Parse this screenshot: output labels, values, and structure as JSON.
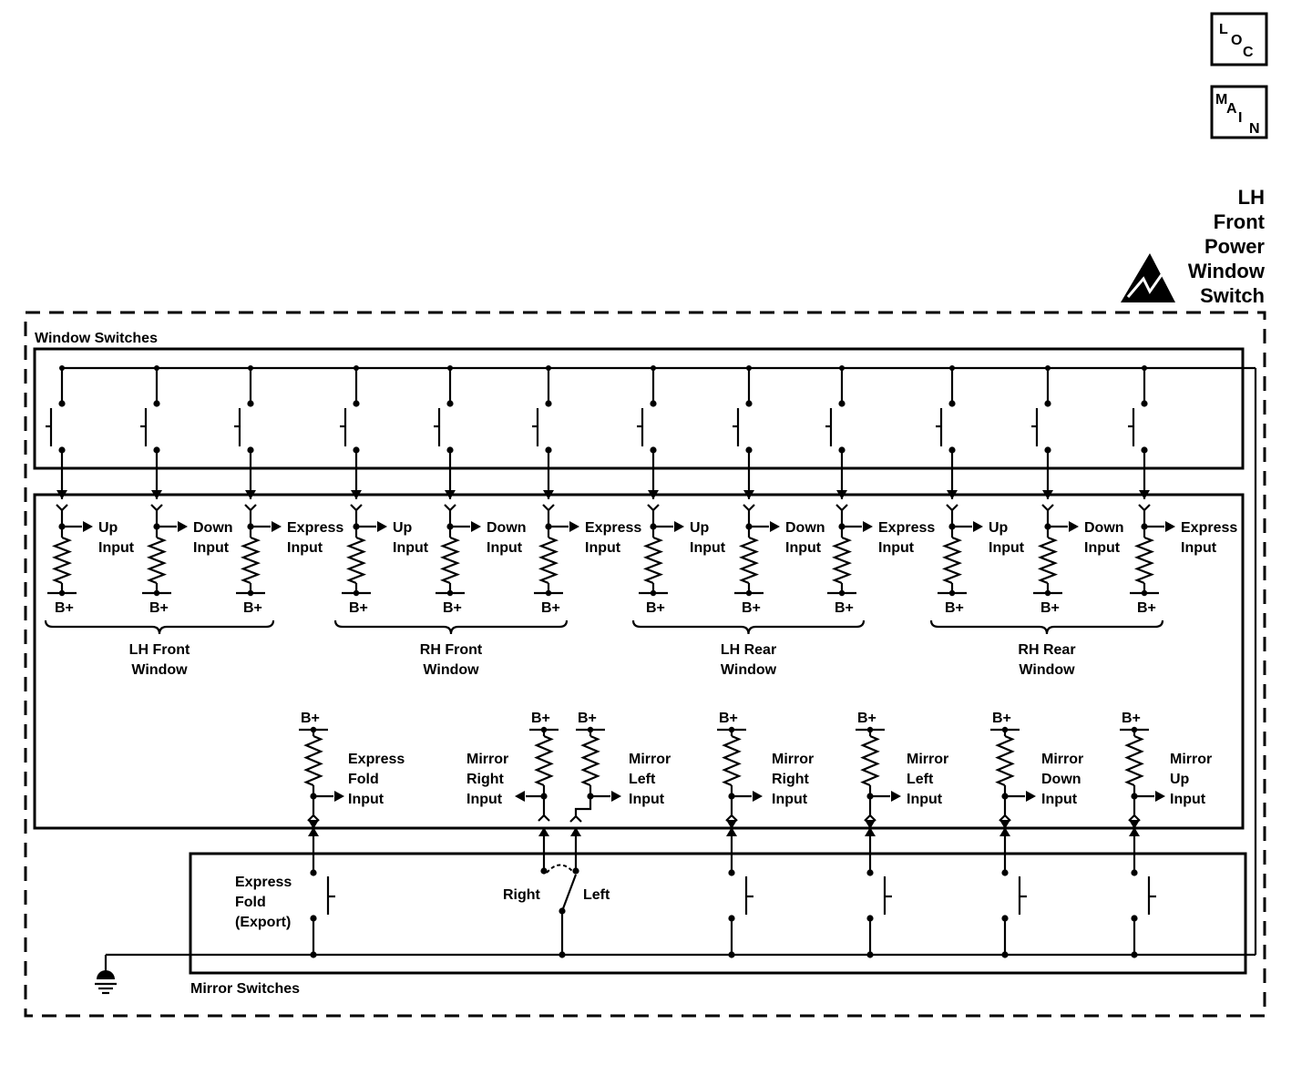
{
  "badges": {
    "loc": [
      "L",
      "O",
      "C"
    ],
    "main": [
      "M",
      "A",
      "I",
      "N"
    ]
  },
  "component_title": [
    "LH",
    "Front",
    "Power",
    "Window",
    "Switch"
  ],
  "window_switches_label": "Window Switches",
  "mirror_switches_label": "Mirror Switches",
  "bplus": "B+",
  "window_inputs": [
    [
      "Up",
      "Input"
    ],
    [
      "Down",
      "Input"
    ],
    [
      "Express",
      "Input"
    ],
    [
      "Up",
      "Input"
    ],
    [
      "Down",
      "Input"
    ],
    [
      "Express",
      "Input"
    ],
    [
      "Up",
      "Input"
    ],
    [
      "Down",
      "Input"
    ],
    [
      "Express",
      "Input"
    ],
    [
      "Up",
      "Input"
    ],
    [
      "Down",
      "Input"
    ],
    [
      "Express",
      "Input"
    ]
  ],
  "window_groups": [
    [
      "LH Front",
      "Window"
    ],
    [
      "RH Front",
      "Window"
    ],
    [
      "LH Rear",
      "Window"
    ],
    [
      "RH Rear",
      "Window"
    ]
  ],
  "mirror_inputs": [
    [
      "Express",
      "Fold",
      "Input"
    ],
    [
      "Mirror",
      "Right",
      "Input"
    ],
    [
      "Mirror",
      "Left",
      "Input"
    ],
    [
      "Mirror",
      "Right",
      "Input"
    ],
    [
      "Mirror",
      "Left",
      "Input"
    ],
    [
      "Mirror",
      "Down",
      "Input"
    ],
    [
      "Mirror",
      "Up",
      "Input"
    ]
  ],
  "express_fold_switch": [
    "Express",
    "Fold",
    "(Export)"
  ],
  "selector_labels": {
    "right": "Right",
    "left": "Left"
  }
}
